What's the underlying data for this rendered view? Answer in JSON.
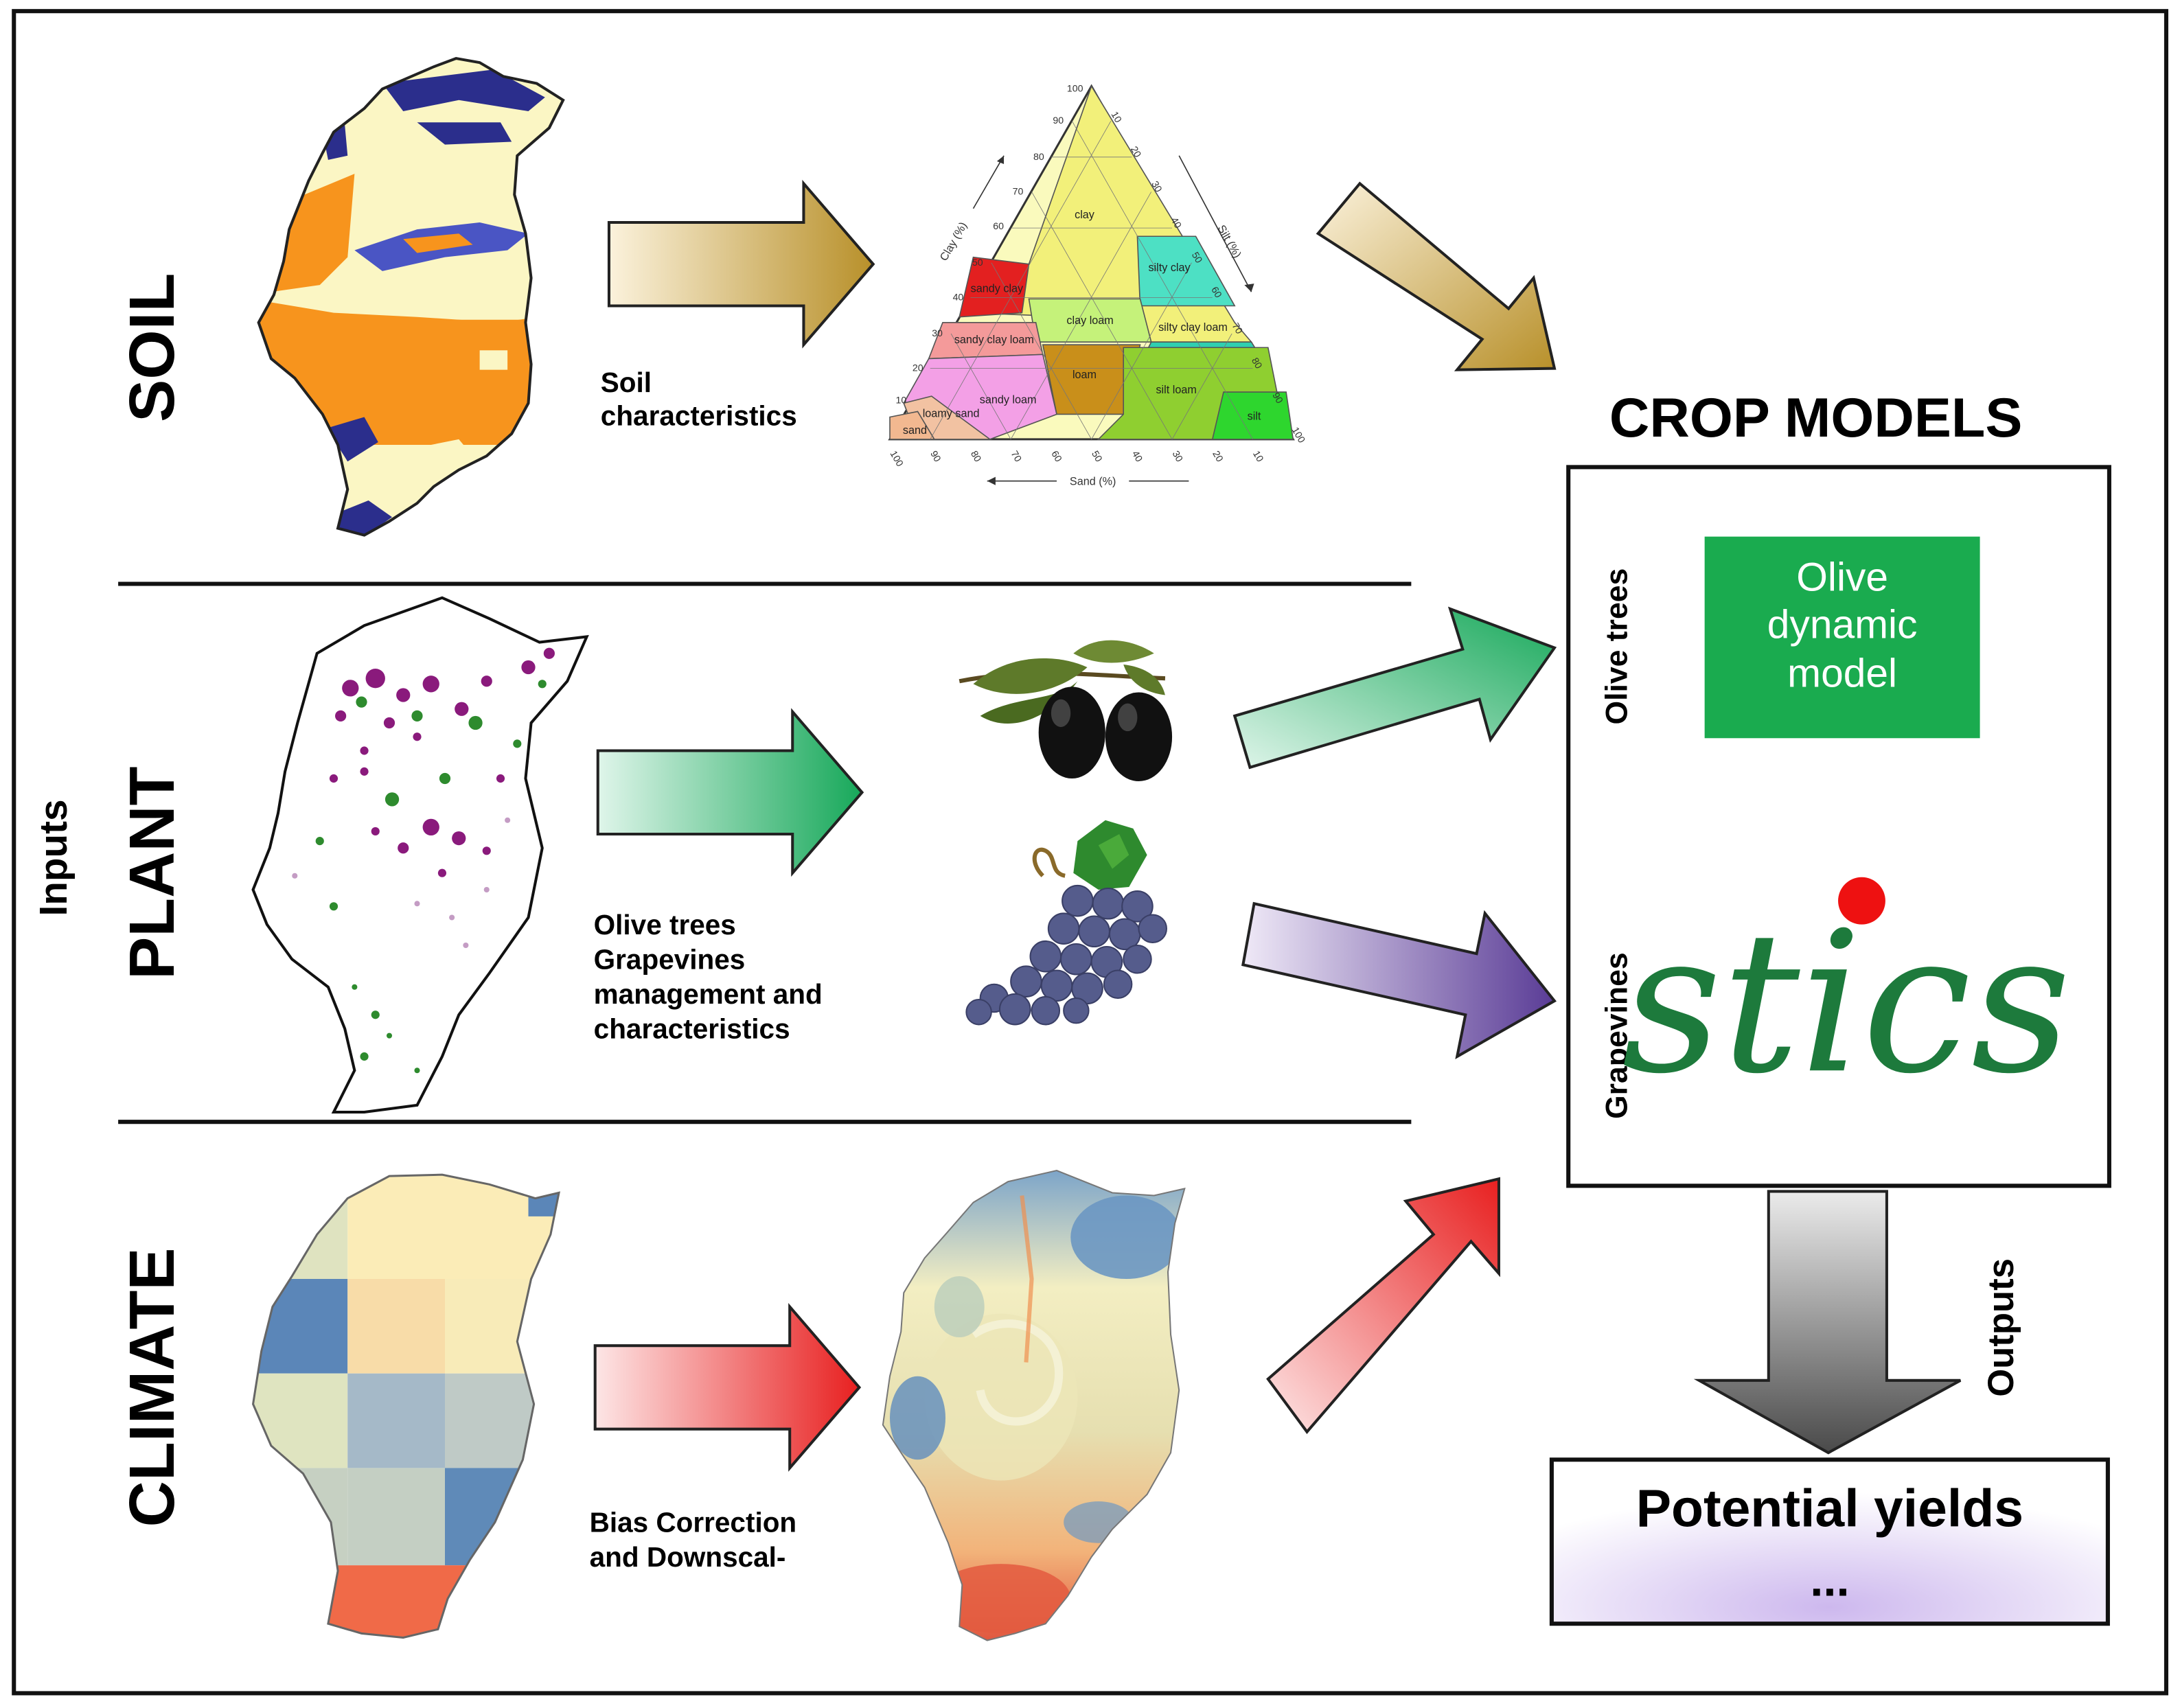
{
  "inputs_label": "Inputs",
  "outputs_label": "Outputs",
  "sections": {
    "soil": {
      "title": "SOIL",
      "caption": [
        "Soil",
        "characteristics"
      ]
    },
    "plant": {
      "title": "PLANT",
      "caption": [
        "Olive trees",
        "Grapevines",
        "management and",
        "characteristics"
      ]
    },
    "climate": {
      "title": "CLIMATE",
      "caption": [
        "Bias Correction",
        "and Downscal-"
      ]
    }
  },
  "soil_triangle": {
    "axis_clay": "Clay (%)",
    "axis_silt": "Silt (%)",
    "axis_sand": "Sand (%)",
    "ticks_left": [
      "10",
      "20",
      "30",
      "40",
      "50",
      "60",
      "70",
      "80",
      "90",
      "100"
    ],
    "ticks_right": [
      "10",
      "20",
      "30",
      "40",
      "50",
      "60",
      "70",
      "80",
      "90",
      "100"
    ],
    "ticks_bottom": [
      "100",
      "90",
      "80",
      "70",
      "60",
      "50",
      "40",
      "30",
      "20",
      "10"
    ],
    "classes": [
      "clay",
      "silty clay",
      "sandy clay",
      "clay loam",
      "silty clay loam",
      "sandy clay loam",
      "loam",
      "silt loam",
      "sandy loam",
      "silt",
      "loamy sand",
      "sand"
    ]
  },
  "crop_models": {
    "title": "CROP MODELS",
    "olive_row_label": "Olive trees",
    "olive_model_label": [
      "Olive",
      "dynamic",
      "model"
    ],
    "grape_row_label": "Grapevines",
    "grape_model_logo": "stics"
  },
  "output": {
    "line1": "Potential yields",
    "line2": "..."
  },
  "colors": {
    "soil_arrow": "#b8902a",
    "plant_arrow": "#17a85a",
    "grape_arrow": "#5a3c96",
    "climate_arrow": "#e82020",
    "olive_model_box": "#1aab4f",
    "soil_orange": "#f7941d",
    "soil_navy": "#2b2e8c",
    "soil_cream": "#fbf6c4"
  }
}
